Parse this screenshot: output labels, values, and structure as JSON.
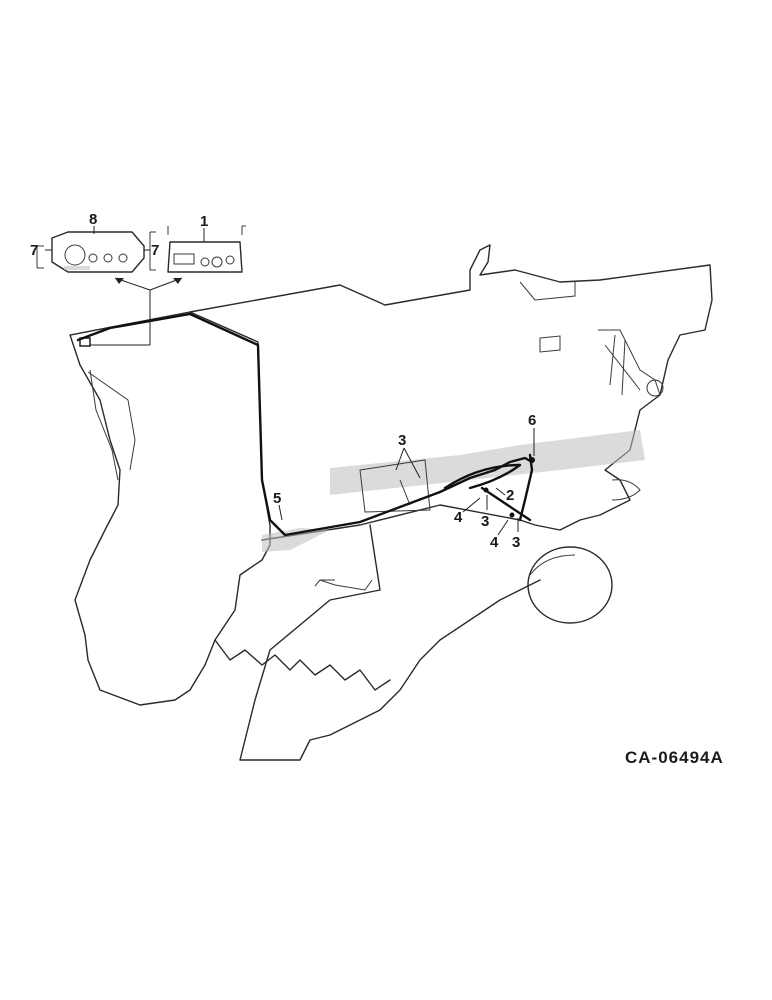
{
  "drawing_id": "CA-06494A",
  "callouts": {
    "c1": "1",
    "c2": "2",
    "c3a": "3",
    "c3b": "3",
    "c3c": "3",
    "c4a": "4",
    "c4b": "4",
    "c5": "5",
    "c6": "6",
    "c7a": "7",
    "c7b": "7",
    "c8": "8"
  }
}
